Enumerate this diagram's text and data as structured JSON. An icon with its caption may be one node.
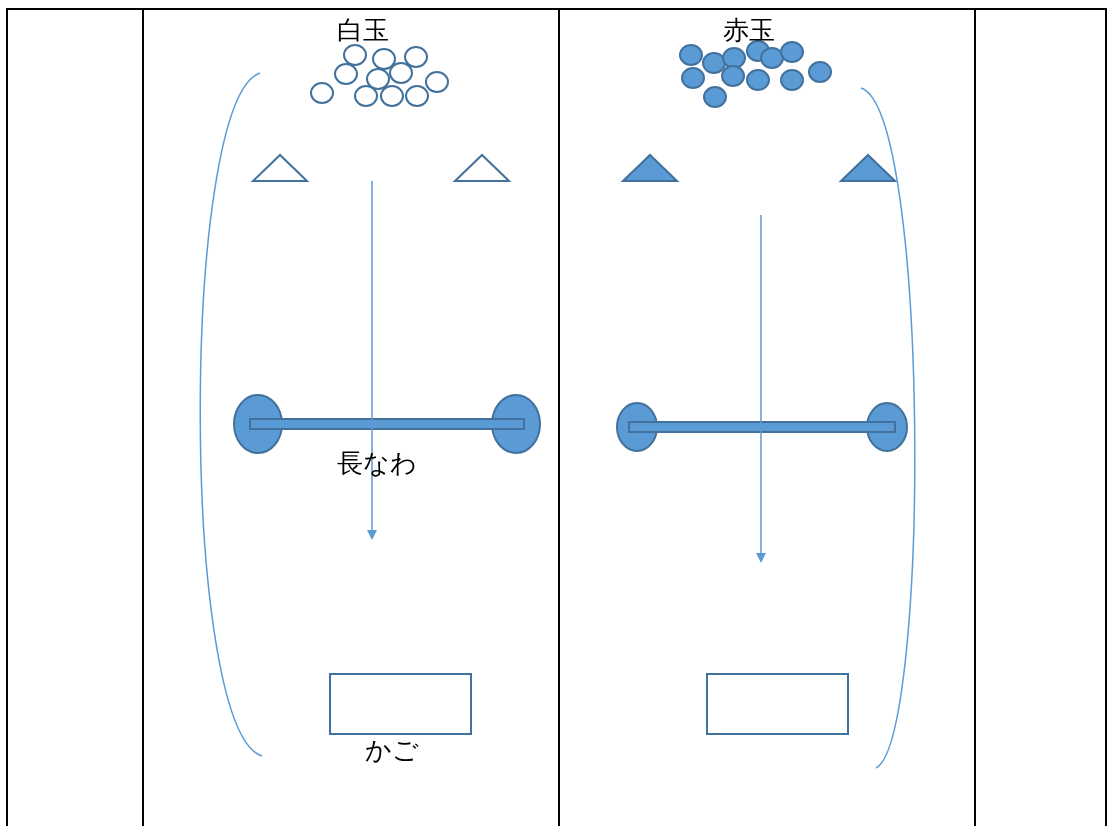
{
  "diagram": {
    "labels": [
      "白玉",
      "赤玉",
      "長なわ",
      "かご"
    ]
  }
}
